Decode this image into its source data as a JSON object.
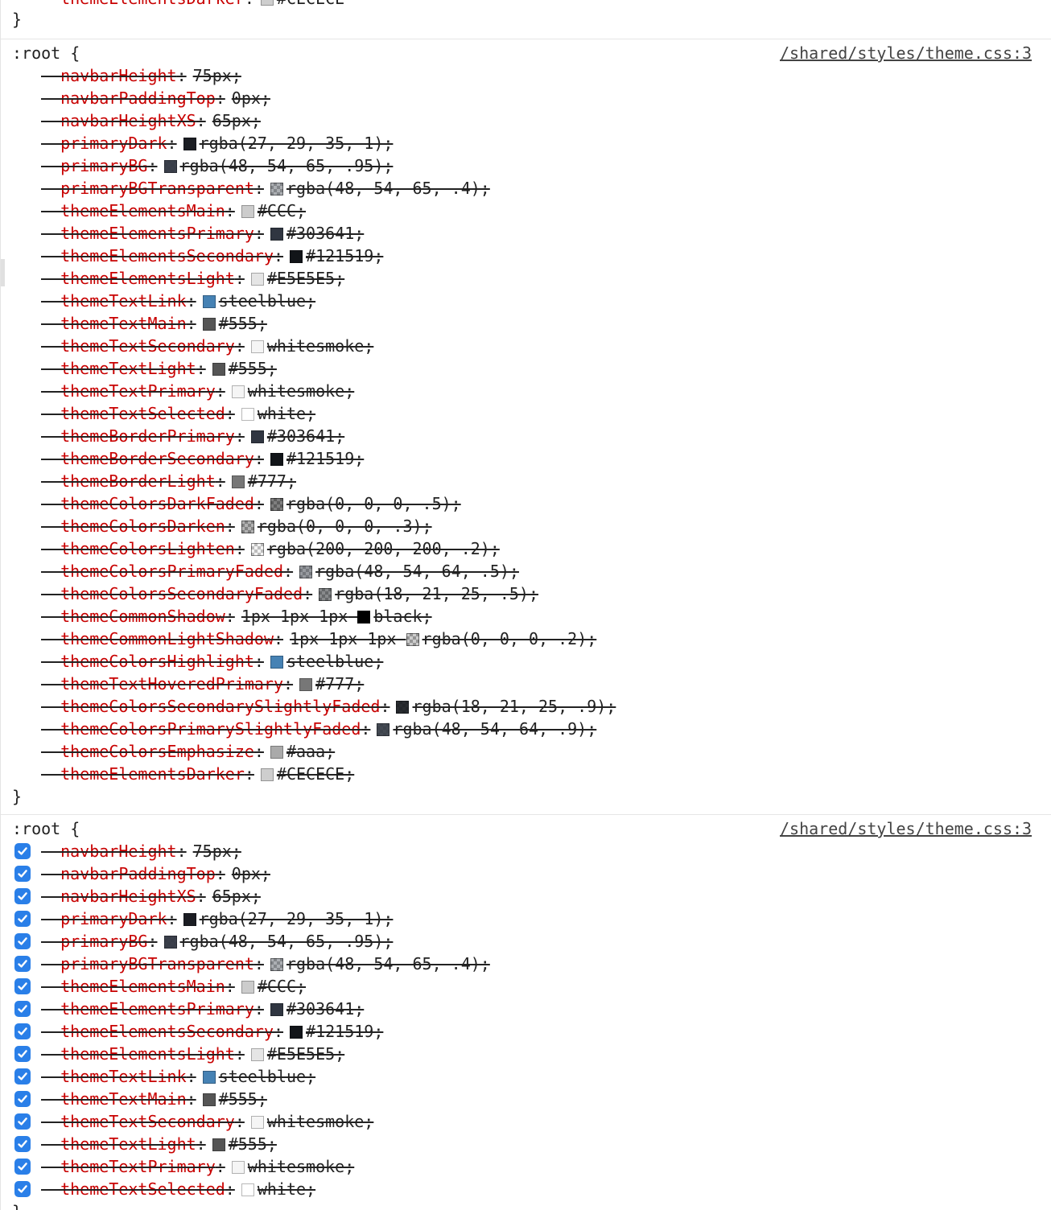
{
  "top_partial": {
    "name": "--themeElementsDarker",
    "value": "#CECECE",
    "color": "#CECECE",
    "close_brace": "}"
  },
  "rules": [
    {
      "selector": ":root",
      "open_brace": "{",
      "source": "/shared/styles/theme.css:3",
      "close_brace": "}",
      "checkboxes_visible": false,
      "props": [
        {
          "name": "--navbarHeight",
          "value": "75px;",
          "color": null
        },
        {
          "name": "--navbarPaddingTop",
          "value": "0px;",
          "color": null
        },
        {
          "name": "--navbarHeightXS",
          "value": "65px;",
          "color": null
        },
        {
          "name": "--primaryDark",
          "value": "rgba(27, 29, 35, 1);",
          "color": "rgba(27, 29, 35, 1)"
        },
        {
          "name": "--primaryBG",
          "value": "rgba(48, 54, 65, .95);",
          "color": "rgba(48, 54, 65, .95)"
        },
        {
          "name": "--primaryBGTransparent",
          "value": "rgba(48, 54, 65, .4);",
          "color": "rgba(48, 54, 65, .4)"
        },
        {
          "name": "--themeElementsMain",
          "value": "#CCC;",
          "color": "#CCCCCC"
        },
        {
          "name": "--themeElementsPrimary",
          "value": "#303641;",
          "color": "#303641"
        },
        {
          "name": "--themeElementsSecondary",
          "value": "#121519;",
          "color": "#121519"
        },
        {
          "name": "--themeElementsLight",
          "value": "#E5E5E5;",
          "color": "#E5E5E5"
        },
        {
          "name": "--themeTextLink",
          "value": "steelblue;",
          "color": "#4682B4"
        },
        {
          "name": "--themeTextMain",
          "value": "#555;",
          "color": "#555555"
        },
        {
          "name": "--themeTextSecondary",
          "value": "whitesmoke;",
          "color": "#F5F5F5"
        },
        {
          "name": "--themeTextLight",
          "value": "#555;",
          "color": "#555555"
        },
        {
          "name": "--themeTextPrimary",
          "value": "whitesmoke;",
          "color": "#F5F5F5"
        },
        {
          "name": "--themeTextSelected",
          "value": "white;",
          "color": "#FFFFFF"
        },
        {
          "name": "--themeBorderPrimary",
          "value": "#303641;",
          "color": "#303641"
        },
        {
          "name": "--themeBorderSecondary",
          "value": "#121519;",
          "color": "#121519"
        },
        {
          "name": "--themeBorderLight",
          "value": "#777;",
          "color": "#777777"
        },
        {
          "name": "--themeColorsDarkFaded",
          "value": "rgba(0, 0, 0, .5);",
          "color": "rgba(0, 0, 0, .5)"
        },
        {
          "name": "--themeColorsDarken",
          "value": "rgba(0, 0, 0, .3);",
          "color": "rgba(0, 0, 0, .3)"
        },
        {
          "name": "--themeColorsLighten",
          "value": "rgba(200, 200, 200, .2);",
          "color": "rgba(200, 200, 200, .2)"
        },
        {
          "name": "--themeColorsPrimaryFaded",
          "value": "rgba(48, 54, 64, .5);",
          "color": "rgba(48, 54, 64, .5)"
        },
        {
          "name": "--themeColorsSecondaryFaded",
          "value": "rgba(18, 21, 25, .5);",
          "color": "rgba(18, 21, 25, .5)"
        },
        {
          "name": "--themeCommonShadow",
          "value_prefix": "1px 1px 1px",
          "value": "black;",
          "color": "#000000"
        },
        {
          "name": "--themeCommonLightShadow",
          "value_prefix": "1px 1px 1px",
          "value": "rgba(0, 0, 0, .2);",
          "color": "rgba(0, 0, 0, .2)"
        },
        {
          "name": "--themeColorsHighlight",
          "value": "steelblue;",
          "color": "#4682B4"
        },
        {
          "name": "--themeTextHoveredPrimary",
          "value": "#777;",
          "color": "#777777"
        },
        {
          "name": "--themeColorsSecondarySlightlyFaded",
          "value": "rgba(18, 21, 25, .9);",
          "color": "rgba(18, 21, 25, .9)"
        },
        {
          "name": "--themeColorsPrimarySlightlyFaded",
          "value": "rgba(48, 54, 64, .9);",
          "color": "rgba(48, 54, 64, .9)"
        },
        {
          "name": "--themeColorsEmphasize",
          "value": "#aaa;",
          "color": "#AAAAAA"
        },
        {
          "name": "--themeElementsDarker",
          "value": "#CECECE;",
          "color": "#CECECE"
        }
      ]
    },
    {
      "selector": ":root",
      "open_brace": "{",
      "source": "/shared/styles/theme.css:3",
      "close_brace": "}",
      "checkboxes_visible": true,
      "props": [
        {
          "name": "--navbarHeight",
          "value": "75px;",
          "color": null
        },
        {
          "name": "--navbarPaddingTop",
          "value": "0px;",
          "color": null
        },
        {
          "name": "--navbarHeightXS",
          "value": "65px;",
          "color": null
        },
        {
          "name": "--primaryDark",
          "value": "rgba(27, 29, 35, 1);",
          "color": "rgba(27, 29, 35, 1)"
        },
        {
          "name": "--primaryBG",
          "value": "rgba(48, 54, 65, .95);",
          "color": "rgba(48, 54, 65, .95)"
        },
        {
          "name": "--primaryBGTransparent",
          "value": "rgba(48, 54, 65, .4);",
          "color": "rgba(48, 54, 65, .4)"
        },
        {
          "name": "--themeElementsMain",
          "value": "#CCC;",
          "color": "#CCCCCC"
        },
        {
          "name": "--themeElementsPrimary",
          "value": "#303641;",
          "color": "#303641"
        },
        {
          "name": "--themeElementsSecondary",
          "value": "#121519;",
          "color": "#121519"
        },
        {
          "name": "--themeElementsLight",
          "value": "#E5E5E5;",
          "color": "#E5E5E5"
        },
        {
          "name": "--themeTextLink",
          "value": "steelblue;",
          "color": "#4682B4"
        },
        {
          "name": "--themeTextMain",
          "value": "#555;",
          "color": "#555555"
        },
        {
          "name": "--themeTextSecondary",
          "value": "whitesmoke;",
          "color": "#F5F5F5"
        },
        {
          "name": "--themeTextLight",
          "value": "#555;",
          "color": "#555555"
        },
        {
          "name": "--themeTextPrimary",
          "value": "whitesmoke;",
          "color": "#F5F5F5"
        },
        {
          "name": "--themeTextSelected",
          "value": "white;",
          "color": "#FFFFFF"
        }
      ]
    }
  ],
  "colors": {
    "property_name": "#C80000",
    "checkbox_accent": "#2A7FE8",
    "link": "#444444"
  }
}
